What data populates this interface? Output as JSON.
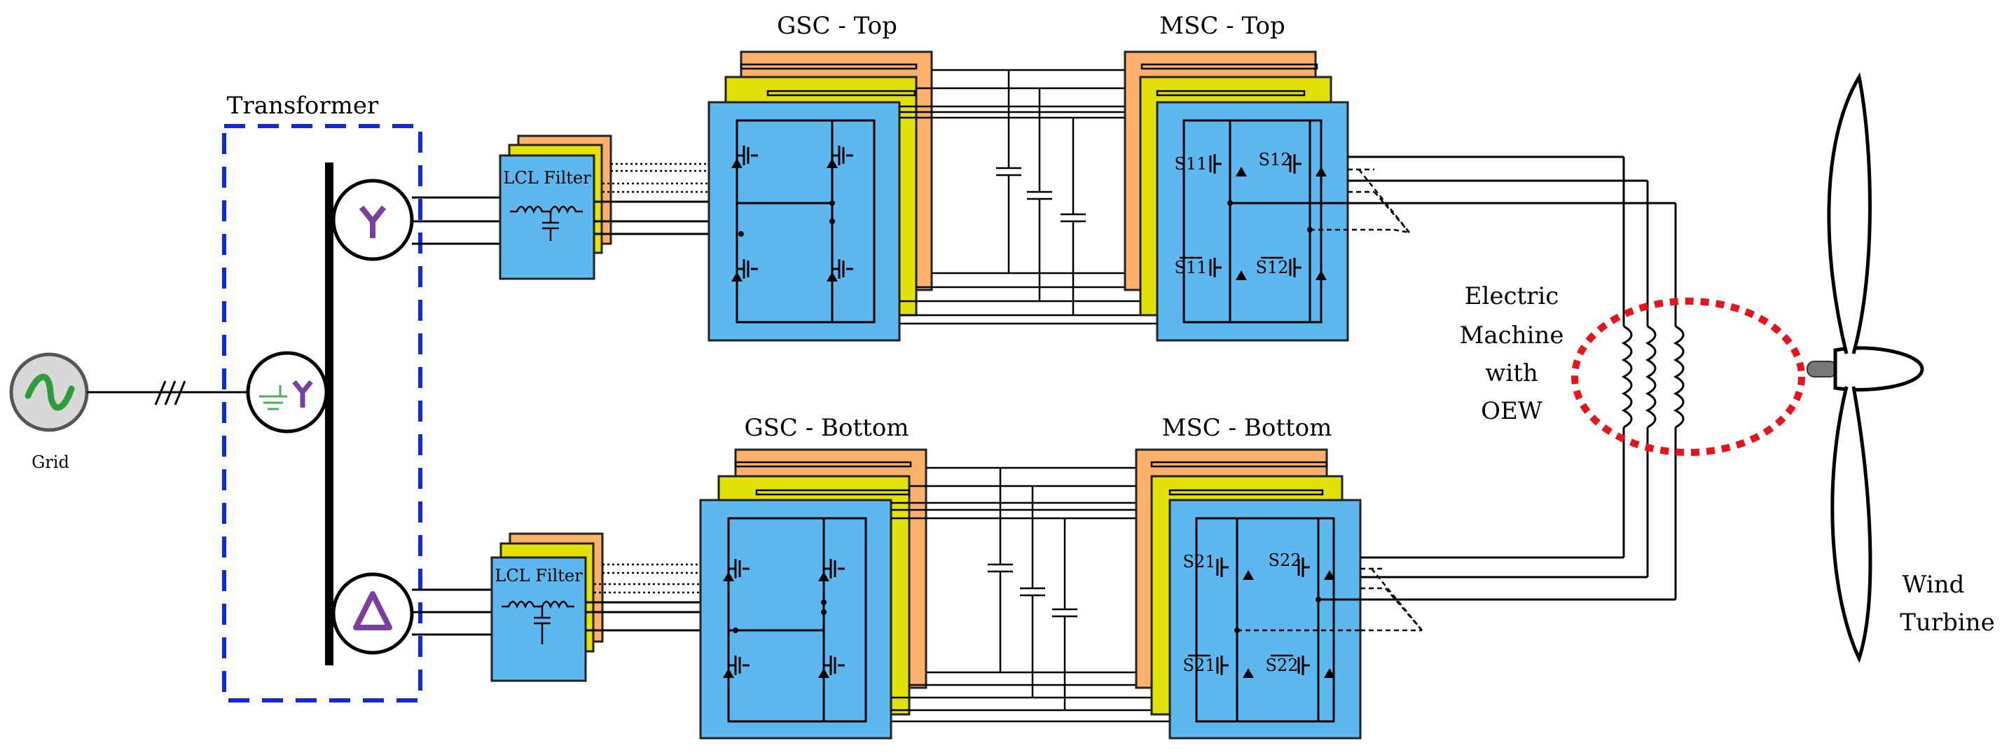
{
  "labels": {
    "grid": "Grid",
    "transformer": "Transformer",
    "lcl_top": "LCL Filter",
    "lcl_bottom": "LCL Filter",
    "gsc_top": "GSC - Top",
    "msc_top": "MSC - Top",
    "gsc_bottom": "GSC - Bottom",
    "msc_bottom": "MSC - Bottom",
    "machine": [
      "Electric",
      "Machine",
      "with",
      "OEW"
    ],
    "wind": [
      "Wind",
      "Turbine"
    ],
    "s11": "S11",
    "s12": "S12",
    "s11bar": "S11",
    "s12bar": "S12",
    "s21": "S21",
    "s22": "S22",
    "s21bar": "S21",
    "s22bar": "S22"
  },
  "colors": {
    "orange_layer": "#FDB06A",
    "yellow_layer": "#E3E10A",
    "blue_layer": "#5EB8F0",
    "transformer_border": "#1029E0",
    "winding_purple": "#7B3FA0",
    "grid_green": "#2E9B3C",
    "grid_ground": "#4CAF50",
    "machine_circle": "#E8141C",
    "grid_circle_fill": "#D8D8D8",
    "hub": "#777777"
  },
  "icons": {
    "grid_source": "ac-source-icon",
    "wye_winding": "wye-winding-icon",
    "delta_winding": "delta-winding-icon",
    "grounded_wye": "grounded-wye-icon",
    "igbt": "igbt-switch-icon",
    "capacitor": "capacitor-icon",
    "inductor": "inductor-icon",
    "turbine": "wind-turbine-icon"
  }
}
